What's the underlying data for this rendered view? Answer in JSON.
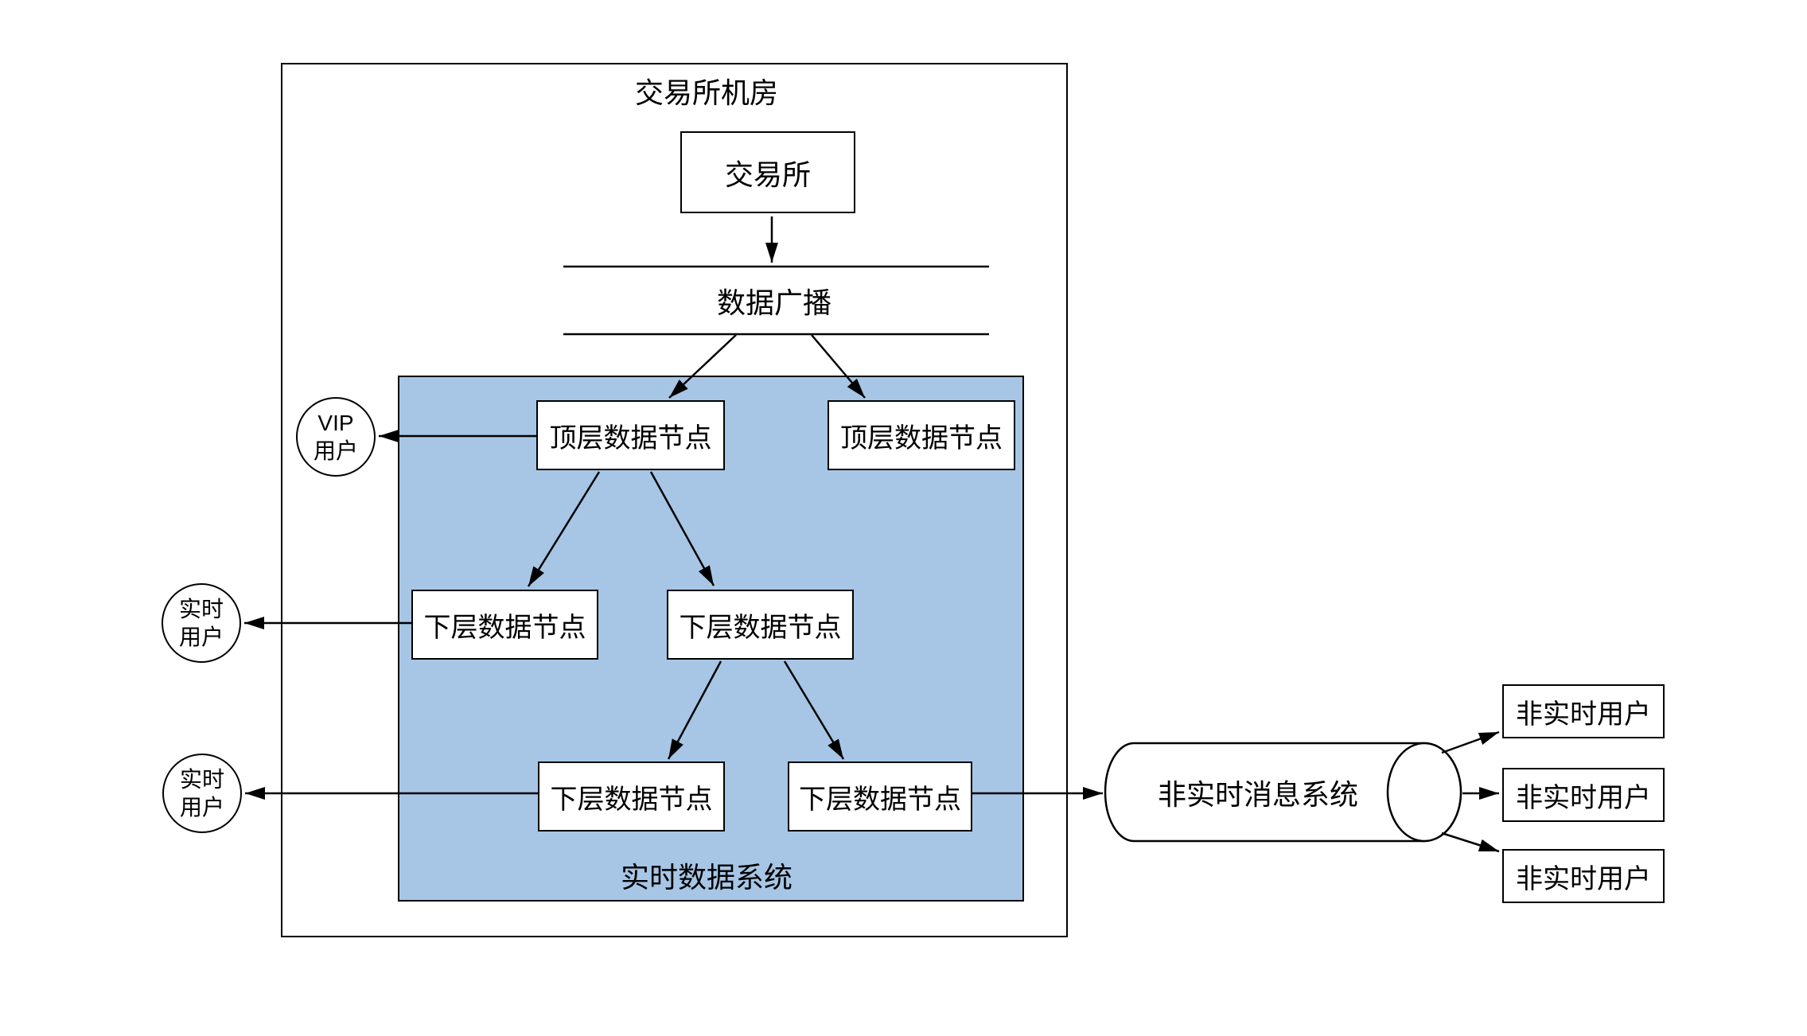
{
  "diagram": {
    "title": "交易所机房",
    "realtime_container_label": "实时数据系统",
    "nodes": {
      "exchange": "交易所",
      "broadcast": "数据广播",
      "top1": "顶层数据节点",
      "top2": "顶层数据节点",
      "lower1": "下层数据节点",
      "lower2": "下层数据节点",
      "lower3": "下层数据节点",
      "lower4": "下层数据节点",
      "queue": "非实时消息系统"
    },
    "users": {
      "vip": {
        "line1": "VIP",
        "line2": "用户"
      },
      "realtime1": {
        "line1": "实时",
        "line2": "用户"
      },
      "realtime2": {
        "line1": "实时",
        "line2": "用户"
      },
      "nonrealtime1": "非实时用户",
      "nonrealtime2": "非实时用户",
      "nonrealtime3": "非实时用户"
    },
    "colors": {
      "realtime_fill": "#a7c6e6",
      "stroke": "#000000",
      "node_fill": "#ffffff"
    }
  }
}
